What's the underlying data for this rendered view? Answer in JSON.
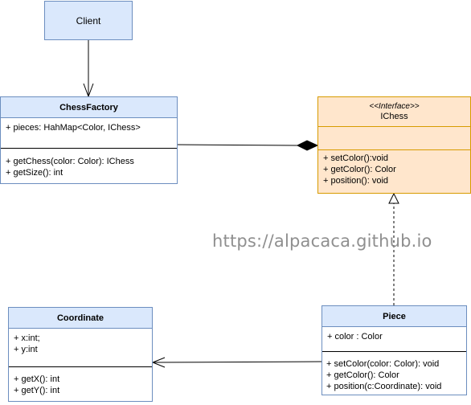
{
  "client": {
    "label": "Client"
  },
  "chess_factory": {
    "name": "ChessFactory",
    "attributes": [
      "+ pieces: HahMap<Color, IChess>"
    ],
    "methods": [
      "+ getChess(color: Color): IChess",
      "+ getSize(): int"
    ]
  },
  "ichess": {
    "stereotype": "<<Interface>>",
    "name": "IChess",
    "methods": [
      "+ setColor():void",
      "+ getColor(): Color",
      "+ position(): void"
    ]
  },
  "coordinate": {
    "name": "Coordinate",
    "attributes": [
      "+ x:int;",
      "+ y:int"
    ],
    "methods": [
      "+ getX(): int",
      "+ getY(): int"
    ]
  },
  "piece": {
    "name": "Piece",
    "attributes": [
      "+ color : Color"
    ],
    "methods": [
      "+ setColor(color: Color): void",
      "+ getColor(): Color",
      "+ position(c:Coordinate): void"
    ]
  },
  "watermark": "https://alpacaca.github.io",
  "colors": {
    "class_fill": "#dae8fc",
    "class_stroke": "#6c8ebf",
    "interface_fill": "#ffe6cc",
    "interface_stroke": "#d79b00"
  }
}
